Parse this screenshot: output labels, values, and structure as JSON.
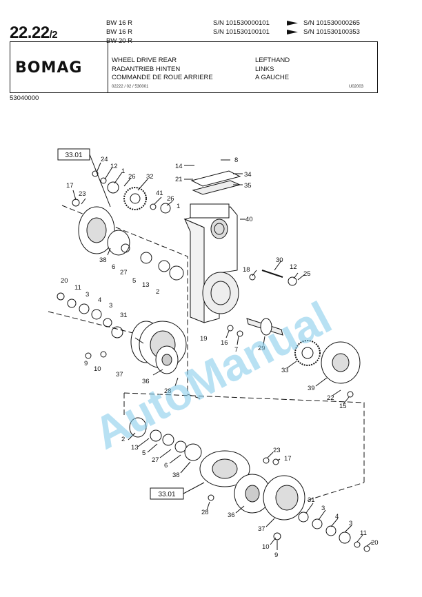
{
  "header": {
    "page_number": "22.22",
    "page_number_sub": "/2",
    "models": [
      "BW 16 R",
      "BW 16 R",
      "BW 20 R"
    ],
    "serial_from": [
      "S/N 101530000101",
      "S/N 101530100101"
    ],
    "serial_to": [
      "S/N 101530000265",
      "S/N 101530100353"
    ]
  },
  "title_block": {
    "logo_text": "BOMAG",
    "titles": [
      "WHEEL DRIVE REAR",
      "RADANTRIEB HINTEN",
      "COMMANDE DE ROUE ARRIERE"
    ],
    "sides": [
      "LEFTHAND",
      "LINKS",
      "A GAUCHE"
    ],
    "doc_ref": "02222 / 02 / 530001",
    "drawing_id": "U02003"
  },
  "part_number": "53040000",
  "reference_boxes": [
    "33.01",
    "33.01"
  ],
  "callouts": {
    "top": [
      "24",
      "12",
      "1",
      "26",
      "32",
      "14",
      "8",
      "34",
      "21",
      "35",
      "17",
      "23",
      "41",
      "26",
      "1",
      "40",
      "38",
      "6",
      "27",
      "5",
      "13",
      "2",
      "30",
      "18",
      "12",
      "25",
      "20",
      "11",
      "3",
      "4",
      "3",
      "31",
      "9",
      "10",
      "37",
      "36",
      "28",
      "19",
      "16",
      "7",
      "29",
      "33",
      "39",
      "22",
      "15"
    ],
    "bottom": [
      "2",
      "13",
      "5",
      "27",
      "6",
      "38",
      "23",
      "17",
      "28",
      "36",
      "37",
      "31",
      "3",
      "4",
      "3",
      "11",
      "20",
      "10",
      "9"
    ]
  },
  "watermark": "AutoManual",
  "colors": {
    "ink": "#111111",
    "watermark": "#7ec8ea"
  }
}
